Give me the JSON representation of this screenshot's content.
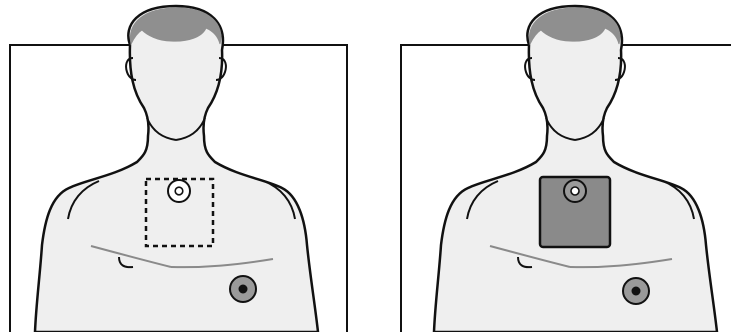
{
  "diagram": {
    "panels": [
      {
        "id": "left",
        "pad_style": "dashed-outline",
        "contact_style": "white-ring"
      },
      {
        "id": "right",
        "pad_style": "filled-gray",
        "contact_style": "gray-ring"
      }
    ],
    "colors": {
      "background": "#ffffff",
      "outline": "#111111",
      "skin": "#efefef",
      "hair": "#8f8f8f",
      "pad_fill": "#8a8a8a",
      "contact_gray": "#9a9a9a",
      "contact_dark": "#111111",
      "contact_white": "#ffffff",
      "stroke_light": "#8a8a8a"
    },
    "icons": {
      "left_figure": "male-torso-icon",
      "right_figure": "male-torso-icon",
      "pad_placement": "electrode-pad-icon",
      "contact_point": "electrode-contact-icon"
    }
  }
}
